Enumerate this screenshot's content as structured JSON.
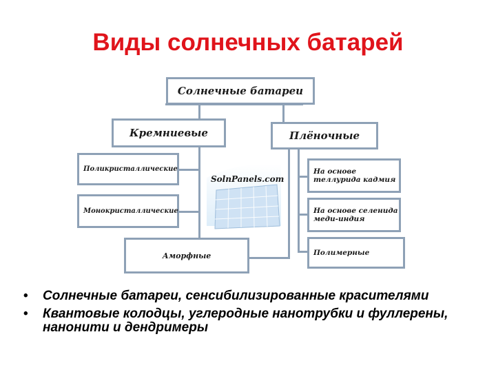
{
  "title": "Виды солнечных батарей",
  "diagram": {
    "root": "Солнечные батареи",
    "left_branch": {
      "label": "Кремниевые",
      "children": [
        "Поликристаллические",
        "Монокристаллические"
      ],
      "bottom": "Аморфные"
    },
    "right_branch": {
      "label": "Плёночные",
      "children": [
        {
          "line1": "На основе",
          "line2": "теллурида кадмия"
        },
        {
          "line1": "На основе селенида",
          "line2": "меди-индия"
        },
        {
          "line1": "Полимерные",
          "line2": ""
        }
      ]
    },
    "watermark": "SolnPanels.com",
    "colors": {
      "border": "#8ea1b6",
      "title": "#e0141b"
    }
  },
  "bullets": [
    "Солнечные батареи, сенсибилизированные красителями",
    "Квантовые колодцы, углеродные нанотрубки и фуллерены, нанонити и дендримеры"
  ]
}
